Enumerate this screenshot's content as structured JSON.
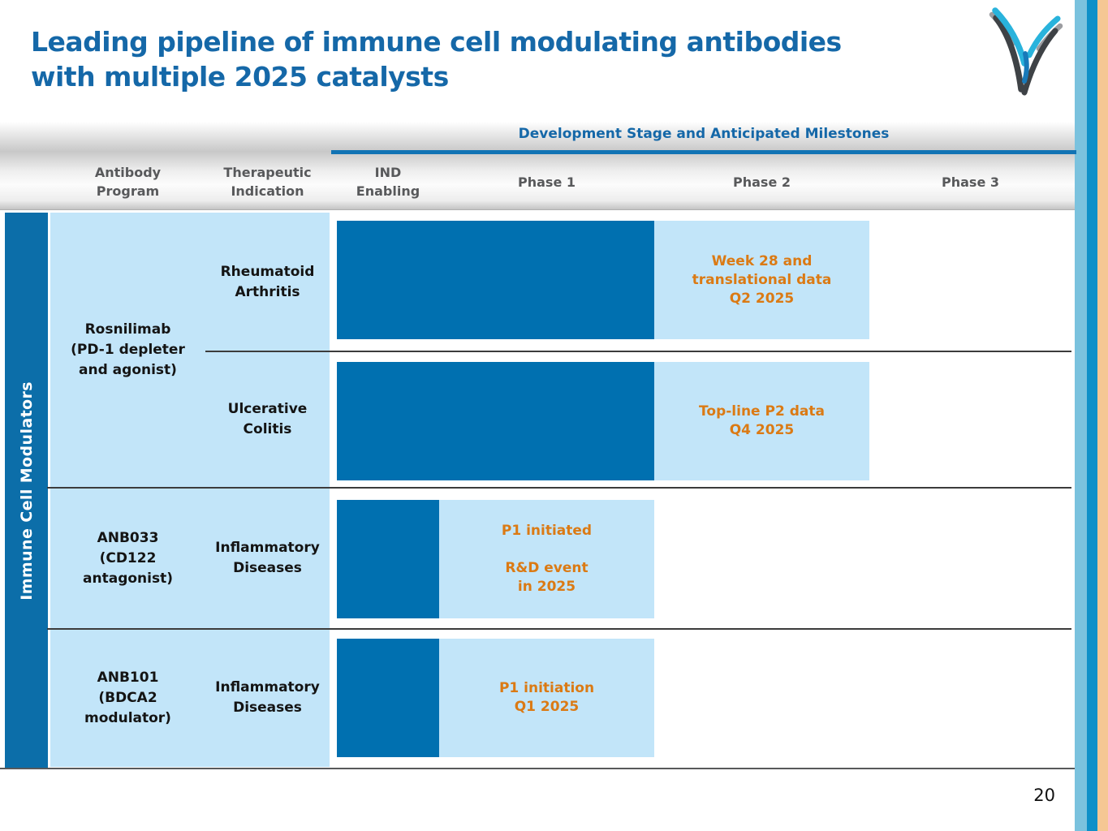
{
  "slide": {
    "title": "Leading pipeline of immune cell modulating antibodies\nwith multiple 2025 catalysts",
    "page_number": "20"
  },
  "table": {
    "stage_header": "Development Stage and Anticipated Milestones",
    "columns": [
      "Antibody\nProgram",
      "Therapeutic\nIndication",
      "IND\nEnabling",
      "Phase 1",
      "Phase 2",
      "Phase 3"
    ]
  },
  "chart_data": {
    "type": "gantt",
    "title": "Development Stage and Anticipated Milestones",
    "category_label": "Immune Cell Modulators",
    "left_columns": [
      "Antibody Program",
      "Therapeutic Indication"
    ],
    "stage_columns": [
      "IND Enabling",
      "Phase 1",
      "Phase 2",
      "Phase 3"
    ],
    "legend_position": "none",
    "grid": "off",
    "groups": [
      {
        "program": "Rosnilimab\n(PD-1 depleter\nand agonist)",
        "entries": [
          {
            "indication": "Rheumatoid\nArthritis",
            "completed_stages": [
              "IND Enabling",
              "Phase 1"
            ],
            "current_stage": "Phase 2",
            "milestone": "Week 28 and\ntranslational data\nQ2 2025"
          },
          {
            "indication": "Ulcerative\nColitis",
            "completed_stages": [
              "IND Enabling",
              "Phase 1"
            ],
            "current_stage": "Phase 2",
            "milestone": "Top-line P2 data\nQ4 2025"
          }
        ]
      },
      {
        "program": "ANB033\n(CD122\nantagonist)",
        "entries": [
          {
            "indication": "Inflammatory\nDiseases",
            "completed_stages": [
              "IND Enabling"
            ],
            "current_stage": "Phase 1",
            "milestone": "P1 initiated\n\nR&D event\nin 2025"
          }
        ]
      },
      {
        "program": "ANB101\n(BDCA2\nmodulator)",
        "entries": [
          {
            "indication": "Inflammatory\nDiseases",
            "completed_stages": [
              "IND Enabling"
            ],
            "current_stage": "Phase 1",
            "milestone": "P1 initiation\nQ1 2025"
          }
        ]
      }
    ]
  },
  "colors": {
    "title_blue": "#1568A8",
    "rule_blue": "#1173B4",
    "bar_blue": "#0070B0",
    "sidebar_blue": "#0C6EA9",
    "light_blue": "#C2E5F9",
    "milestone_orange": "#DB7A14",
    "header_gray": "#58595B",
    "stripe_light_blue": "#7AC2DE",
    "stripe_blue": "#0D90C8",
    "stripe_tan": "#F5C794"
  }
}
